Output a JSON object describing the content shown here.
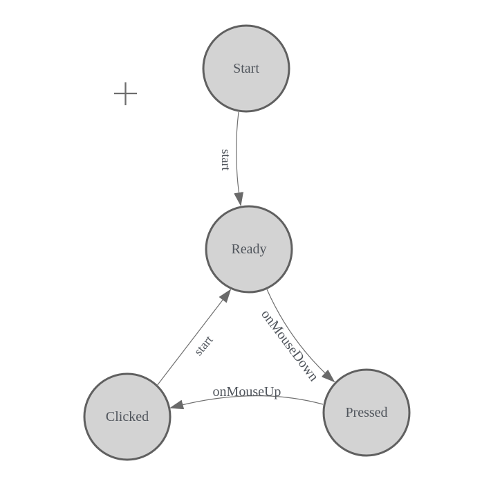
{
  "diagram": {
    "type": "state-machine",
    "nodes": [
      {
        "id": "start",
        "label": "Start"
      },
      {
        "id": "ready",
        "label": "Ready"
      },
      {
        "id": "clicked",
        "label": "Clicked"
      },
      {
        "id": "pressed",
        "label": "Pressed"
      }
    ],
    "edges": [
      {
        "from": "Start",
        "to": "Ready",
        "label": "start"
      },
      {
        "from": "Clicked",
        "to": "Ready",
        "label": "start"
      },
      {
        "from": "Ready",
        "to": "Pressed",
        "label": "onMouseDown"
      },
      {
        "from": "Pressed",
        "to": "Clicked",
        "label": "onMouseUp"
      }
    ],
    "icons": {
      "plus_cursor": "+"
    },
    "colors": {
      "background": "#ffffff",
      "node_fill": "#d3d3d3",
      "node_stroke": "#606060",
      "edge_stroke": "#707070",
      "arrowhead_fill": "#6a6a6a",
      "text": "#50555c",
      "plus_cursor": "#6e6e6e"
    }
  }
}
